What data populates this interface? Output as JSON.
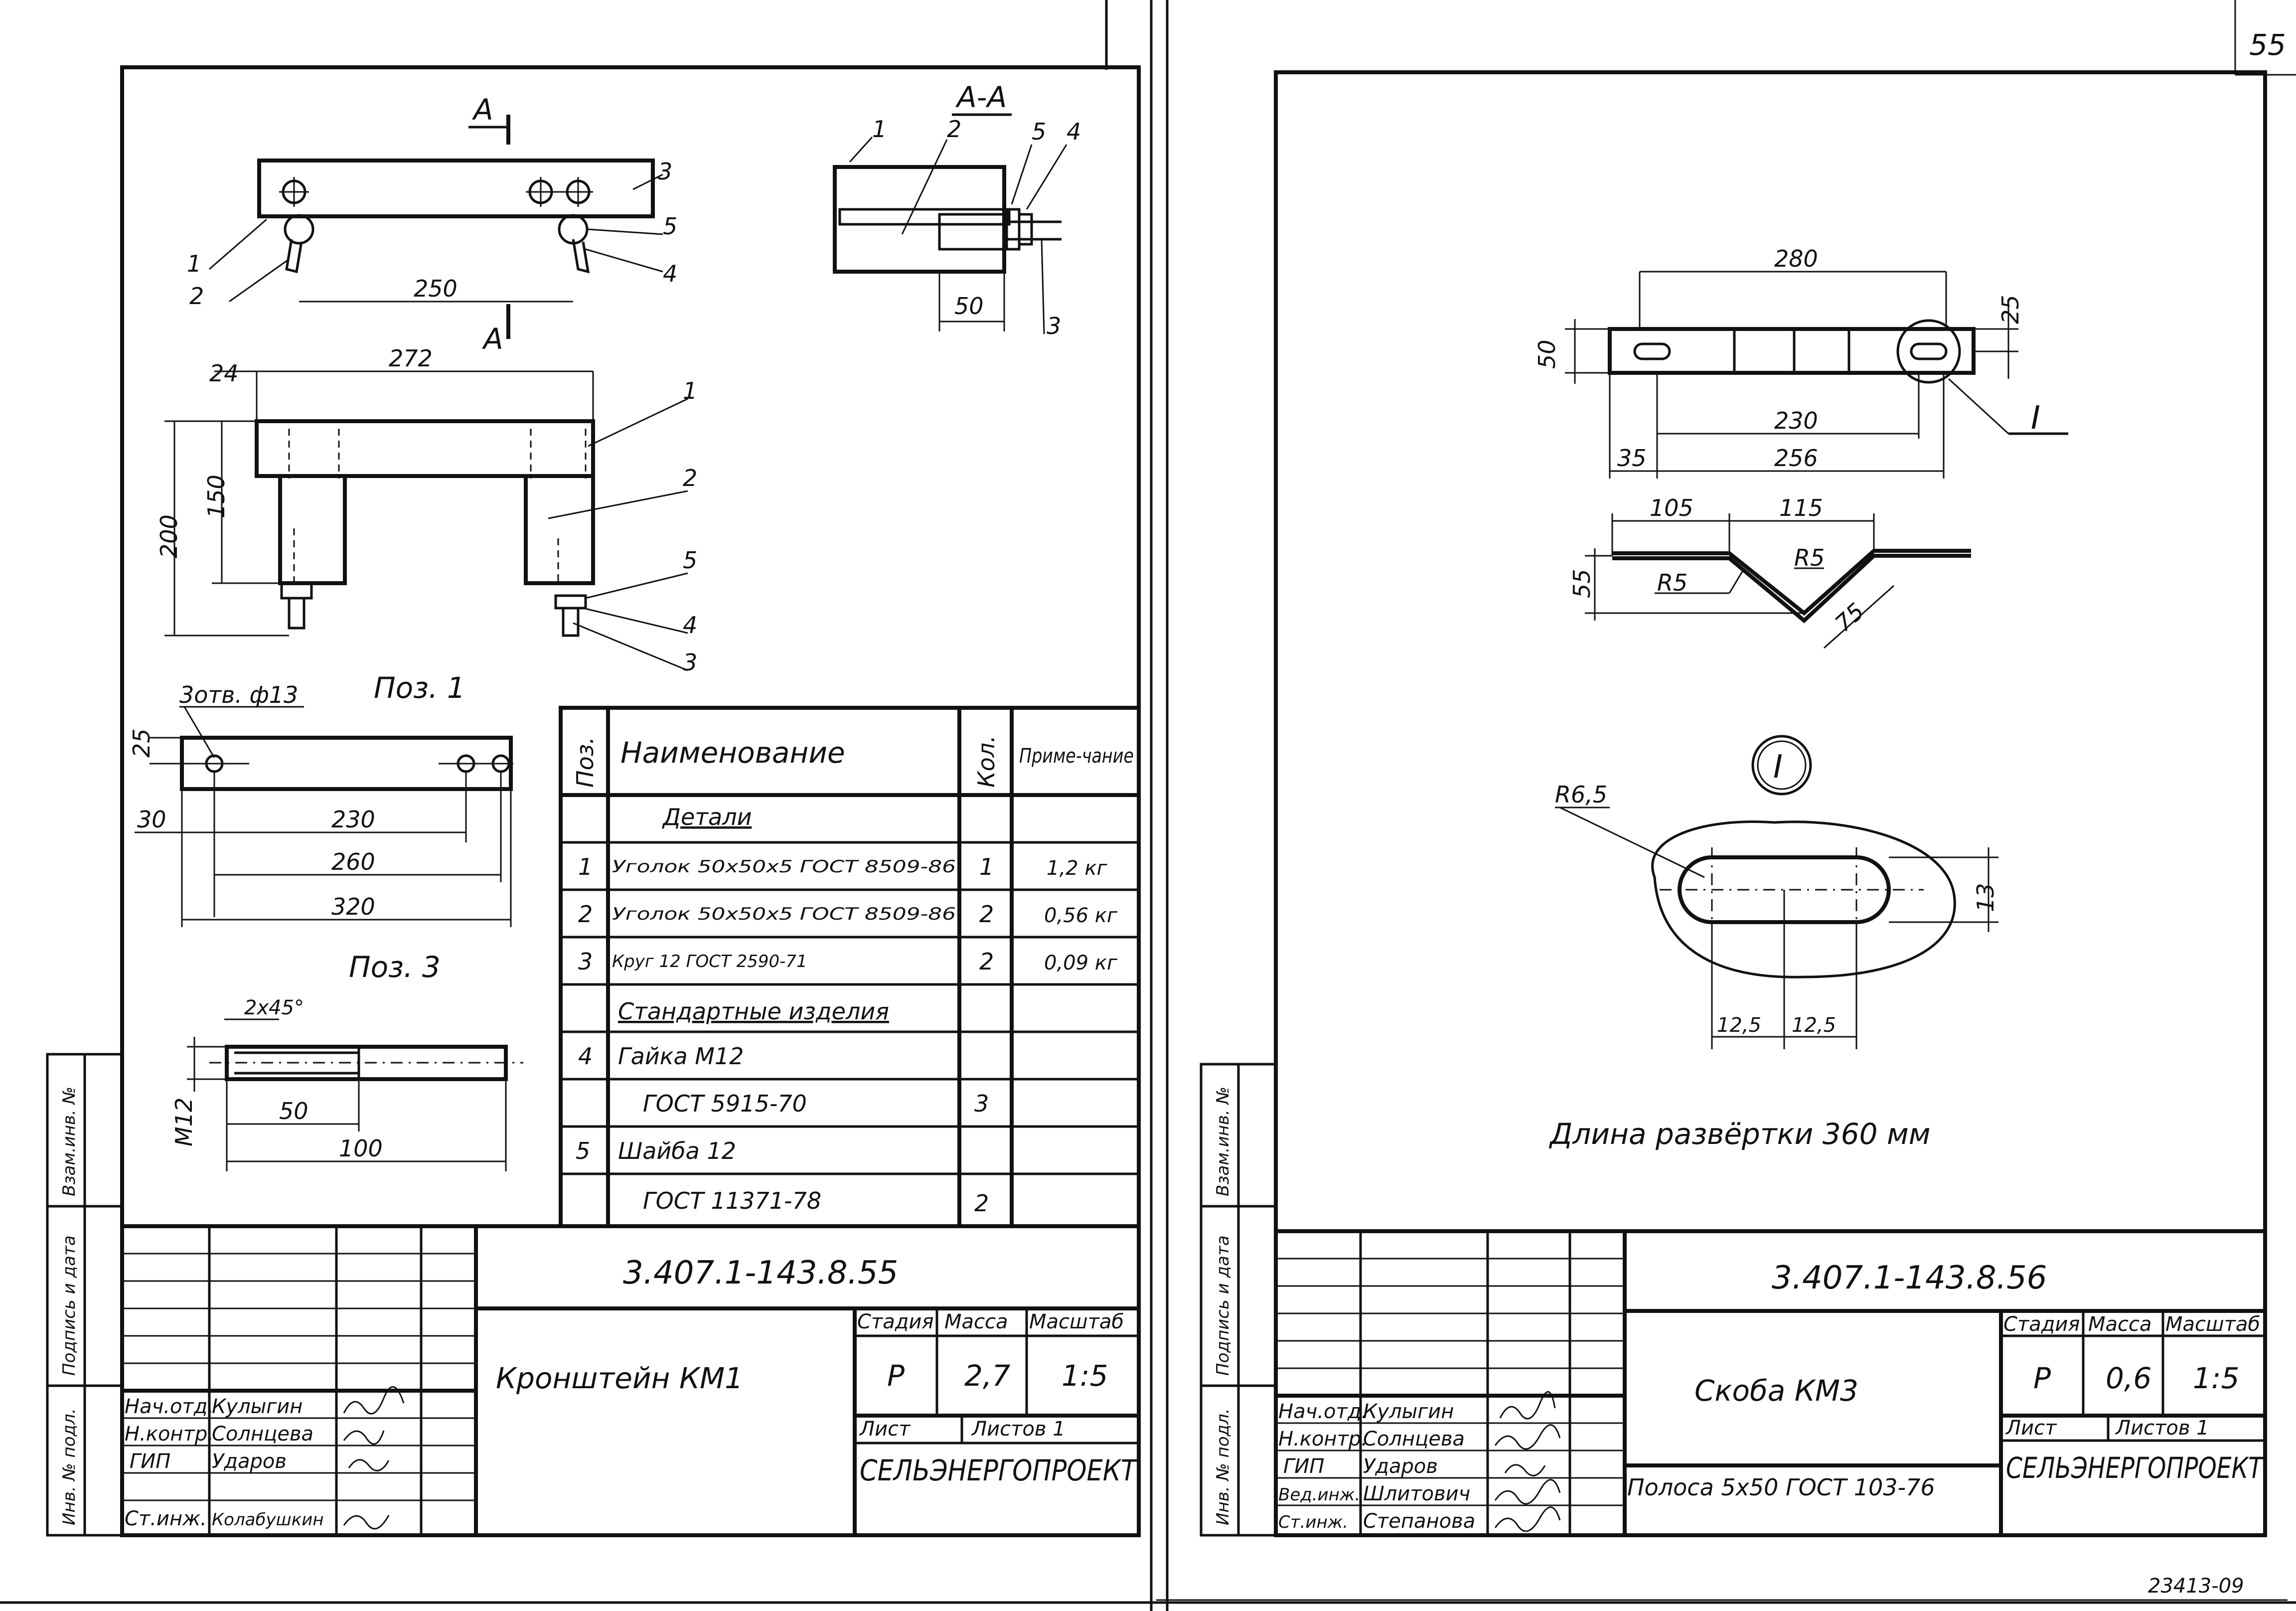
{
  "sheet_number": "55",
  "archive_number": "23413-09",
  "left_sheet": {
    "section_label": "А",
    "section_title": "А-А",
    "callouts": [
      "1",
      "2",
      "3",
      "4",
      "5"
    ],
    "dims": {
      "d250": "250",
      "d50": "50",
      "d24": "24",
      "d272": "272",
      "d200": "200",
      "d150": "150",
      "d25": "25",
      "d30": "30",
      "d230": "230",
      "d260": "260",
      "d320": "320",
      "dM12": "M12",
      "d50b": "50",
      "d100": "100",
      "chamfer": "2х45°",
      "holes": "3отв. ф13"
    },
    "poz1_label": "Поз. 1",
    "poz3_label": "Поз. 3",
    "spec_table": {
      "headers": {
        "pos": "Поз.",
        "name": "Наименование",
        "qty": "Кол.",
        "note": "Приме-чание"
      },
      "rows": [
        {
          "pos": "",
          "name": "Детали",
          "qty": "",
          "note": ""
        },
        {
          "pos": "1",
          "name": "Уголок 50х50х5 ГОСТ 8509-86",
          "qty": "1",
          "note": "1,2 кг"
        },
        {
          "pos": "2",
          "name": "Уголок 50х50х5 ГОСТ 8509-86",
          "qty": "2",
          "note": "0,56 кг"
        },
        {
          "pos": "3",
          "name": "Круг 12 ГОСТ 2590-71",
          "qty": "2",
          "note": "0,09 кг"
        },
        {
          "pos": "",
          "name": "",
          "qty": "",
          "note": ""
        },
        {
          "pos": "",
          "name": "Стандартные изделия",
          "qty": "",
          "note": ""
        },
        {
          "pos": "4",
          "name": "Гайка  М12",
          "qty": "",
          "note": ""
        },
        {
          "pos": "",
          "name": "ГОСТ 5915-70",
          "qty": "3",
          "note": ""
        },
        {
          "pos": "5",
          "name": "Шайба 12",
          "qty": "",
          "note": ""
        },
        {
          "pos": "",
          "name": "ГОСТ 11371-78",
          "qty": "2",
          "note": ""
        }
      ]
    },
    "title_block": {
      "doc_code": "3.407.1-143.8.55",
      "title": "Кронштейн КМ1",
      "stage_label": "Стадия",
      "mass_label": "Масса",
      "scale_label": "Масштаб",
      "stage": "Р",
      "mass": "2,7",
      "scale": "1:5",
      "sheet_label": "Лист",
      "sheets_label": "Листов 1",
      "org": "СЕЛЬЭНЕРГОПРОЕКТ",
      "staff": [
        {
          "role": "Нач.отд.",
          "name": "Кулыгин"
        },
        {
          "role": "Н.контр.",
          "name": "Солнцева"
        },
        {
          "role": "ГИП",
          "name": "Ударов"
        },
        {
          "role": "",
          "name": ""
        },
        {
          "role": "Ст.инж.",
          "name": "Колабушкин"
        }
      ]
    },
    "side_stamp": [
      "Инв. № подл.",
      "Подпись и дата",
      "Взам.инв. №"
    ]
  },
  "right_sheet": {
    "dims": {
      "d280": "280",
      "d25": "25",
      "d50": "50",
      "d230": "230",
      "d35": "35",
      "d256": "256",
      "d105": "105",
      "d115": "115",
      "d55": "55",
      "R5a": "R5",
      "R5b": "R5",
      "d75": "75",
      "R65": "R6,5",
      "d13": "13",
      "d125a": "12,5",
      "d125b": "12,5"
    },
    "detail_mark": "I",
    "unfold_length": "Длина развёртки 360 мм",
    "title_block": {
      "doc_code": "3.407.1-143.8.56",
      "title": "Скоба КМ3",
      "material": "Полоса 5х50 ГОСТ 103-76",
      "stage_label": "Стадия",
      "mass_label": "Масса",
      "scale_label": "Масштаб",
      "stage": "Р",
      "mass": "0,6",
      "scale": "1:5",
      "sheet_label": "Лист",
      "sheets_label": "Листов 1",
      "org": "СЕЛЬЭНЕРГОПРОЕКТ",
      "staff": [
        {
          "role": "Нач.отд.",
          "name": "Кулыгин"
        },
        {
          "role": "Н.контр.",
          "name": "Солнцева"
        },
        {
          "role": "ГИП",
          "name": "Ударов"
        },
        {
          "role": "Вед.инж.",
          "name": "Шлитович"
        },
        {
          "role": "Ст.инж.",
          "name": "Степанова"
        }
      ]
    },
    "side_stamp": [
      "Инв. № подл.",
      "Подпись и дата",
      "Взам.инв. №"
    ]
  }
}
